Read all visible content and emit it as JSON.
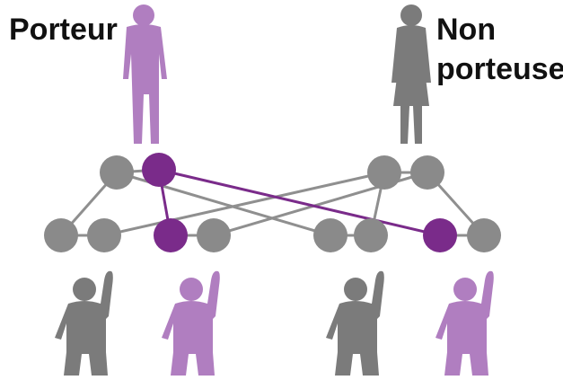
{
  "labels": {
    "carrier": "Porteur",
    "noncarrier_line1": "Non",
    "noncarrier_line2": "porteuse"
  },
  "colors": {
    "carrier": "#b07ec0",
    "carrier_dark": "#7a2b8a",
    "noncarrier": "#7b7b7b",
    "node_gray": "#8a8a8a",
    "edge_gray": "#8f8f8f",
    "background": "#ffffff"
  },
  "parents": [
    {
      "role": "father",
      "status": "carrier",
      "icon": "adult-male-icon"
    },
    {
      "role": "mother",
      "status": "non-carrier",
      "icon": "adult-female-icon"
    }
  ],
  "chromosomes": {
    "parent_nodes": [
      {
        "id": "f1",
        "status": "normal"
      },
      {
        "id": "f2",
        "status": "mutated"
      },
      {
        "id": "m1",
        "status": "normal"
      },
      {
        "id": "m2",
        "status": "normal"
      }
    ],
    "child_nodes": [
      {
        "id": "c1a",
        "status": "normal"
      },
      {
        "id": "c1b",
        "status": "normal"
      },
      {
        "id": "c2a",
        "status": "mutated"
      },
      {
        "id": "c2b",
        "status": "normal"
      },
      {
        "id": "c3a",
        "status": "normal"
      },
      {
        "id": "c3b",
        "status": "normal"
      },
      {
        "id": "c4a",
        "status": "mutated"
      },
      {
        "id": "c4b",
        "status": "normal"
      }
    ],
    "links": [
      {
        "from": "f1",
        "to": "c1a",
        "mutated": false
      },
      {
        "from": "f1",
        "to": "c3a",
        "mutated": false
      },
      {
        "from": "f2",
        "to": "c2a",
        "mutated": true
      },
      {
        "from": "f2",
        "to": "c4a",
        "mutated": true
      },
      {
        "from": "m1",
        "to": "c1b",
        "mutated": false
      },
      {
        "from": "m1",
        "to": "c3b",
        "mutated": false
      },
      {
        "from": "m2",
        "to": "c2b",
        "mutated": false
      },
      {
        "from": "m2",
        "to": "c4b",
        "mutated": false
      }
    ]
  },
  "children": [
    {
      "status": "non-carrier",
      "icon": "child-icon"
    },
    {
      "status": "carrier",
      "icon": "child-icon"
    },
    {
      "status": "non-carrier",
      "icon": "child-icon"
    },
    {
      "status": "carrier",
      "icon": "child-icon"
    }
  ]
}
